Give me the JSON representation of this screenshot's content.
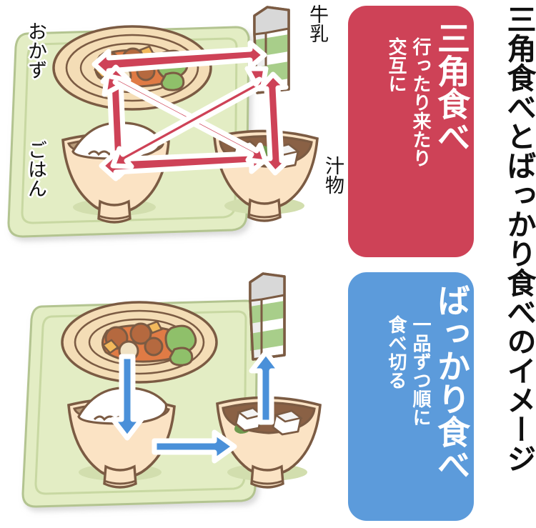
{
  "headline": "三角食べとばっかり食べのイメージ",
  "panels": {
    "top": {
      "title": "三角食べ",
      "sub_line1": "行ったり来たり",
      "sub_line2": "交互に",
      "color": "#CE4257",
      "arrow_color": "#CE4257",
      "arrow_style": "double-headed",
      "arrow_count": 6
    },
    "bottom": {
      "title": "ばっかり食べ",
      "sub_line1": "一品ずつ順に",
      "sub_line2": "食べ切る",
      "color": "#5C9BDB",
      "arrow_color": "#4A90D9",
      "arrow_style": "single-headed",
      "arrow_count": 3
    }
  },
  "food_labels": {
    "okazu": "おかず",
    "gohan": "ごはん",
    "gyunyu": "牛乳",
    "shirumono": "汁物"
  },
  "scene": {
    "tray_color": "#E3EDC4",
    "tray_rim_color": "#D3E0AC",
    "tray_outline": "#ADBE84",
    "bowl_fill": "#FBE3C4",
    "bowl_outline": "#7B5B43",
    "rice_color": "#FFFFFF",
    "soup_color": "#8A6145",
    "tofu_color": "#FFFFFF",
    "wakame_color": "#7FA85C",
    "plate_fill": "#F4DDB6",
    "meat_color": "#B5693F",
    "sauce_color": "#E07B45",
    "veg_color": "#8FC06A",
    "milk_green": "#A8CE8A",
    "milk_white": "#FFFFFF"
  },
  "graph": {
    "nodes": [
      "おかず",
      "牛乳",
      "ごはん",
      "汁物"
    ],
    "top_edges": [
      [
        "おかず",
        "牛乳"
      ],
      [
        "おかず",
        "ごはん"
      ],
      [
        "おかず",
        "汁物"
      ],
      [
        "牛乳",
        "ごはん"
      ],
      [
        "牛乳",
        "汁物"
      ],
      [
        "ごはん",
        "汁物"
      ]
    ],
    "bottom_path": [
      "おかず",
      "ごはん",
      "汁物",
      "牛乳"
    ]
  }
}
